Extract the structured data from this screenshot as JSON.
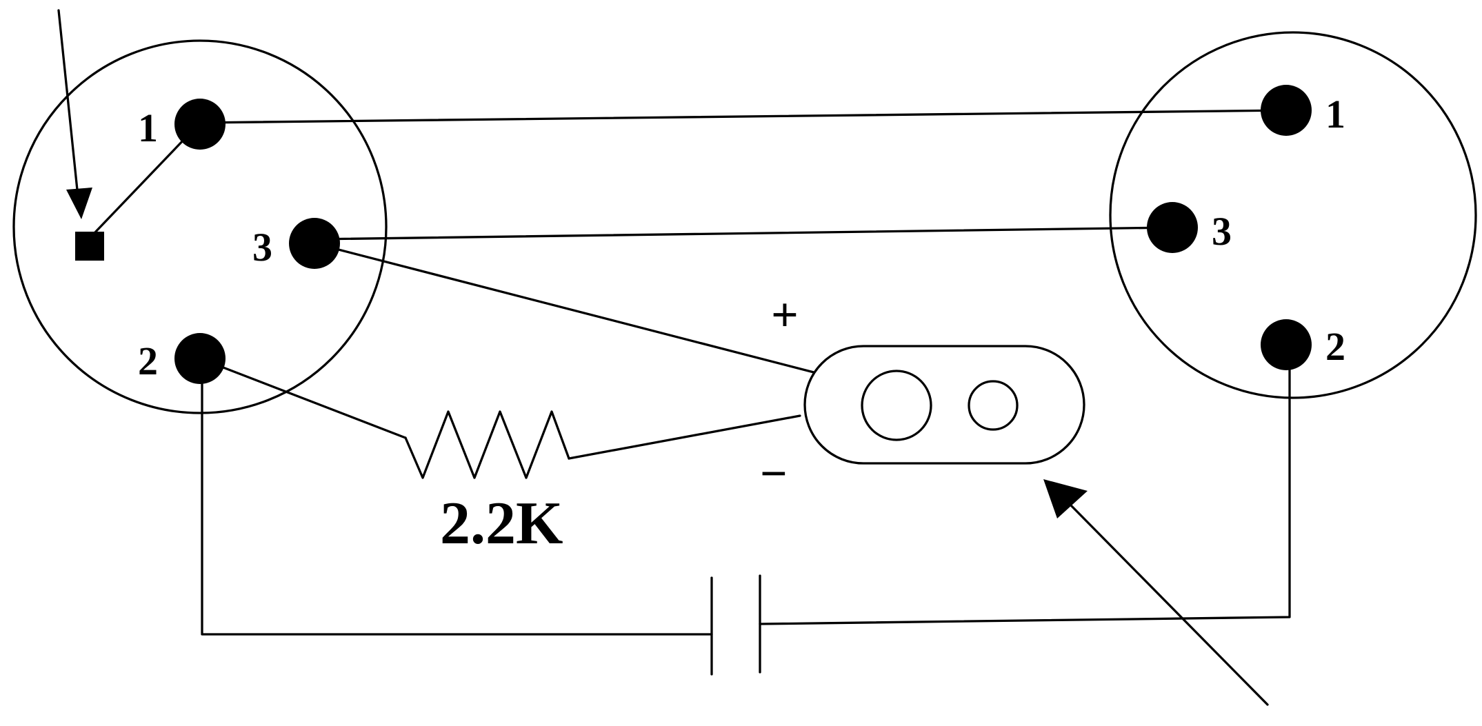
{
  "left_connector": {
    "pin_labels": {
      "pin1": "1",
      "pin2": "2",
      "pin3": "3"
    }
  },
  "right_connector": {
    "pin_labels": {
      "pin1": "1",
      "pin2": "2",
      "pin3": "3"
    }
  },
  "resistor": {
    "value_label": "2.2K"
  },
  "microphone_capsule": {
    "plus_label": "+",
    "minus_label": "−"
  },
  "colors": {
    "ink": "#000000",
    "background": "#ffffff"
  }
}
